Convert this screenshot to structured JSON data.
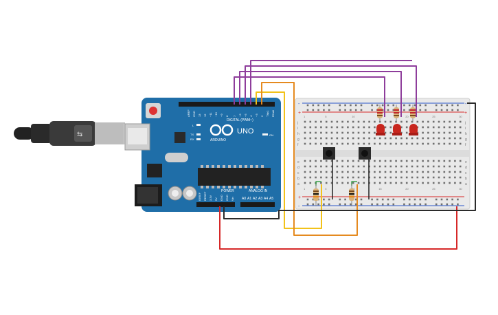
{
  "arduino": {
    "digital_header_label": "DIGITAL (PWM~)",
    "brand": "ARDUINO",
    "model": "UNO",
    "on_label": "ON",
    "l_label": "L",
    "tx_label": "TX",
    "rx_label": "RX",
    "power_label": "POWER",
    "analog_label": "ANALOG IN",
    "digital_pins": [
      "AREF",
      "GND",
      "13",
      "12",
      "~11",
      "~10",
      "~9",
      "8",
      "7",
      "~6",
      "~5",
      "4",
      "~3",
      "2",
      "TX▸1",
      "RX◂0"
    ],
    "power_pins": [
      "IOREF",
      "RESET",
      "3.3V",
      "5V",
      "GND",
      "GND",
      "Vin"
    ],
    "analog_pins": [
      "A0",
      "A1",
      "A2",
      "A3",
      "A4",
      "A5"
    ]
  },
  "breadboard": {
    "row_letters_top": [
      "j",
      "i",
      "h",
      "g",
      "f"
    ],
    "row_letters_bottom": [
      "e",
      "d",
      "c",
      "b",
      "a"
    ],
    "column_numbers": [
      "1",
      "",
      "",
      "",
      "5",
      "",
      "",
      "",
      "",
      "10",
      "",
      "",
      "",
      "",
      "15",
      "",
      "",
      "",
      "",
      "20",
      "",
      "",
      "",
      "",
      "25",
      "",
      "",
      "",
      "",
      "30"
    ],
    "plus_label": "+",
    "minus_label": "-"
  },
  "wire_colors": {
    "purple": "#8e3d9b",
    "orange": "#e58a1f",
    "yellow": "#f2c21a",
    "red": "#d62828",
    "black": "#2b2b2b"
  },
  "component_colors": {
    "arduino_board": "#1f6ea8",
    "led_red": "#c8261e",
    "resistor_body": "#d9b27a",
    "usb_plug": "#333333"
  }
}
